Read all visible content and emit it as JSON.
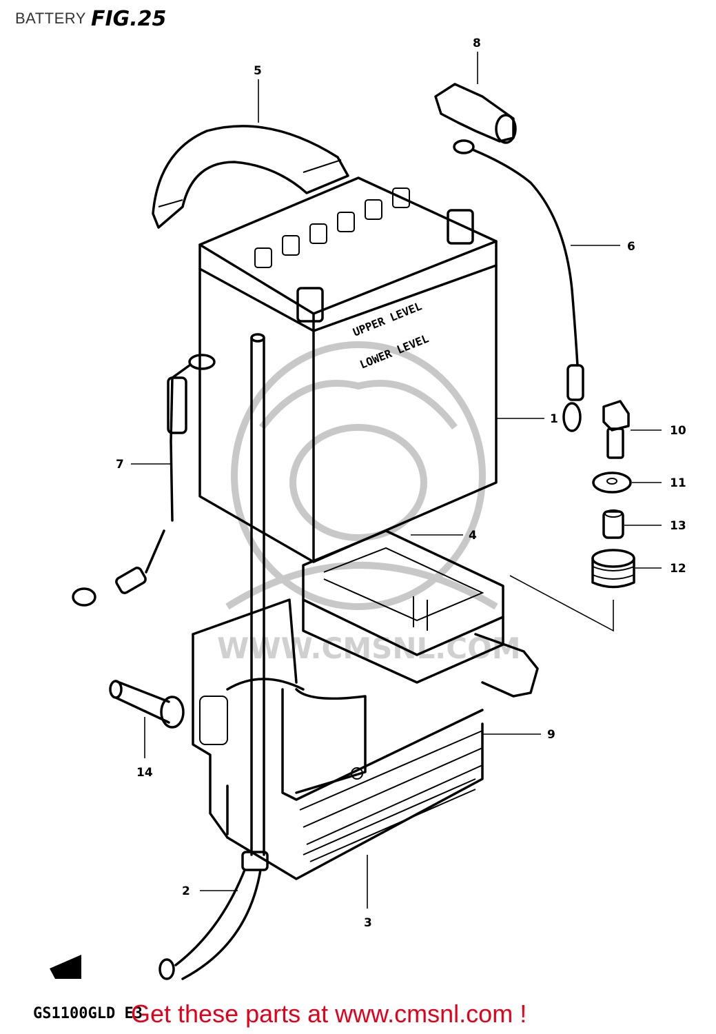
{
  "header": {
    "section": "BATTERY",
    "figure": "FIG.25"
  },
  "battery_labels": {
    "upper": "UPPER LEVEL",
    "lower": "LOWER LEVEL"
  },
  "watermark": "WWW.CMSNL.COM",
  "callouts": [
    {
      "id": "1"
    },
    {
      "id": "2"
    },
    {
      "id": "3"
    },
    {
      "id": "4"
    },
    {
      "id": "5"
    },
    {
      "id": "6"
    },
    {
      "id": "7"
    },
    {
      "id": "8"
    },
    {
      "id": "9"
    },
    {
      "id": "10"
    },
    {
      "id": "11"
    },
    {
      "id": "12"
    },
    {
      "id": "13"
    },
    {
      "id": "14"
    }
  ],
  "footer": {
    "model": "GS1100GLD E3",
    "promo": "Get these parts at www.cmsnl.com !"
  },
  "colors": {
    "line": "#000000",
    "promo": "#e3001b",
    "watermark": "#c8c8c8"
  }
}
